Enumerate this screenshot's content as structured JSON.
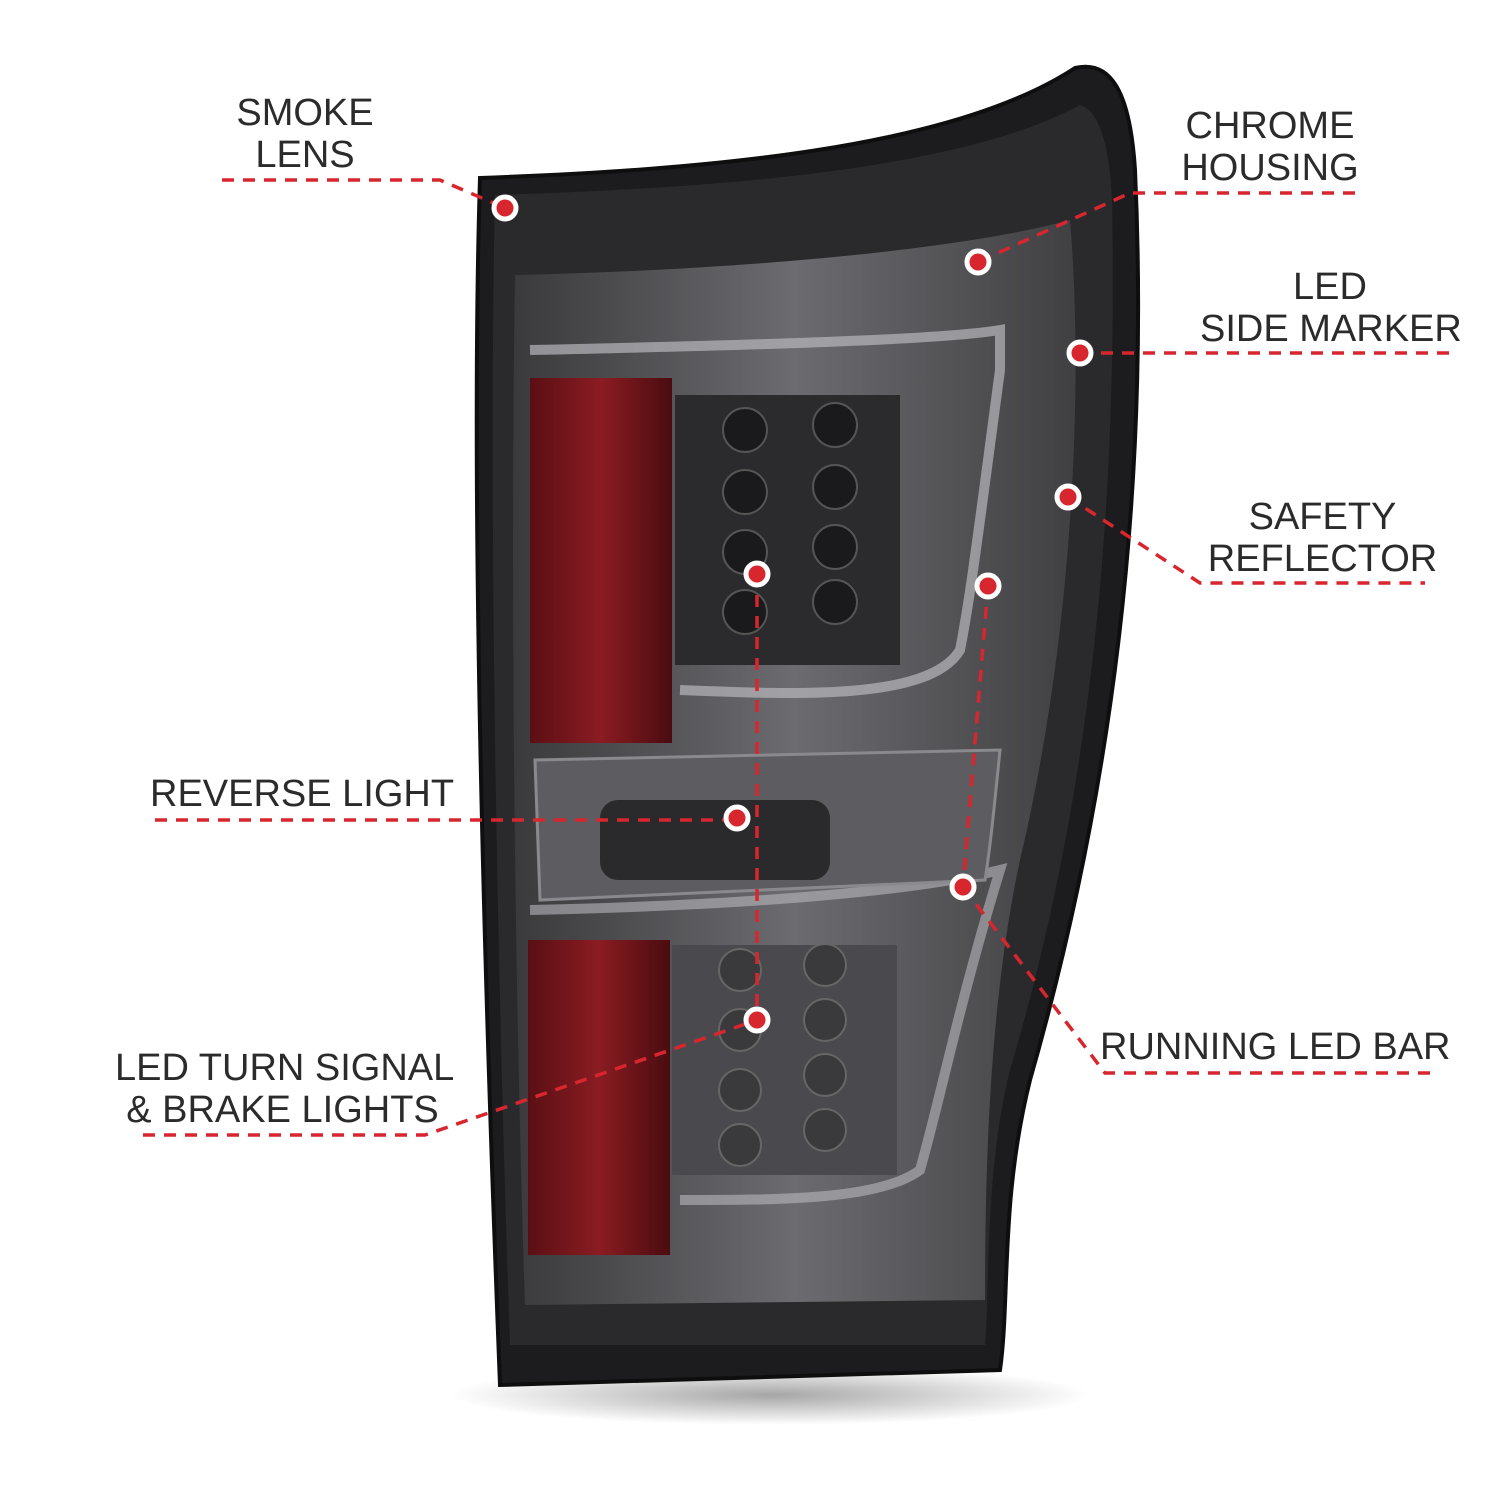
{
  "accent_color": "#d7262e",
  "callouts": {
    "smoke_lens": {
      "line1": "SMOKE",
      "line2": "LENS"
    },
    "chrome_housing": {
      "line1": "CHROME",
      "line2": "HOUSING"
    },
    "led_side_marker": {
      "line1": "LED",
      "line2": "SIDE MARKER"
    },
    "safety_reflector": {
      "line1": "SAFETY",
      "line2": "REFLECTOR"
    },
    "reverse_light": {
      "line1": "REVERSE LIGHT"
    },
    "running_led_bar": {
      "line1": "RUNNING LED BAR"
    },
    "turn_signal": {
      "line1": "LED TURN SIGNAL",
      "line2": "& BRAKE LIGHTS"
    }
  }
}
